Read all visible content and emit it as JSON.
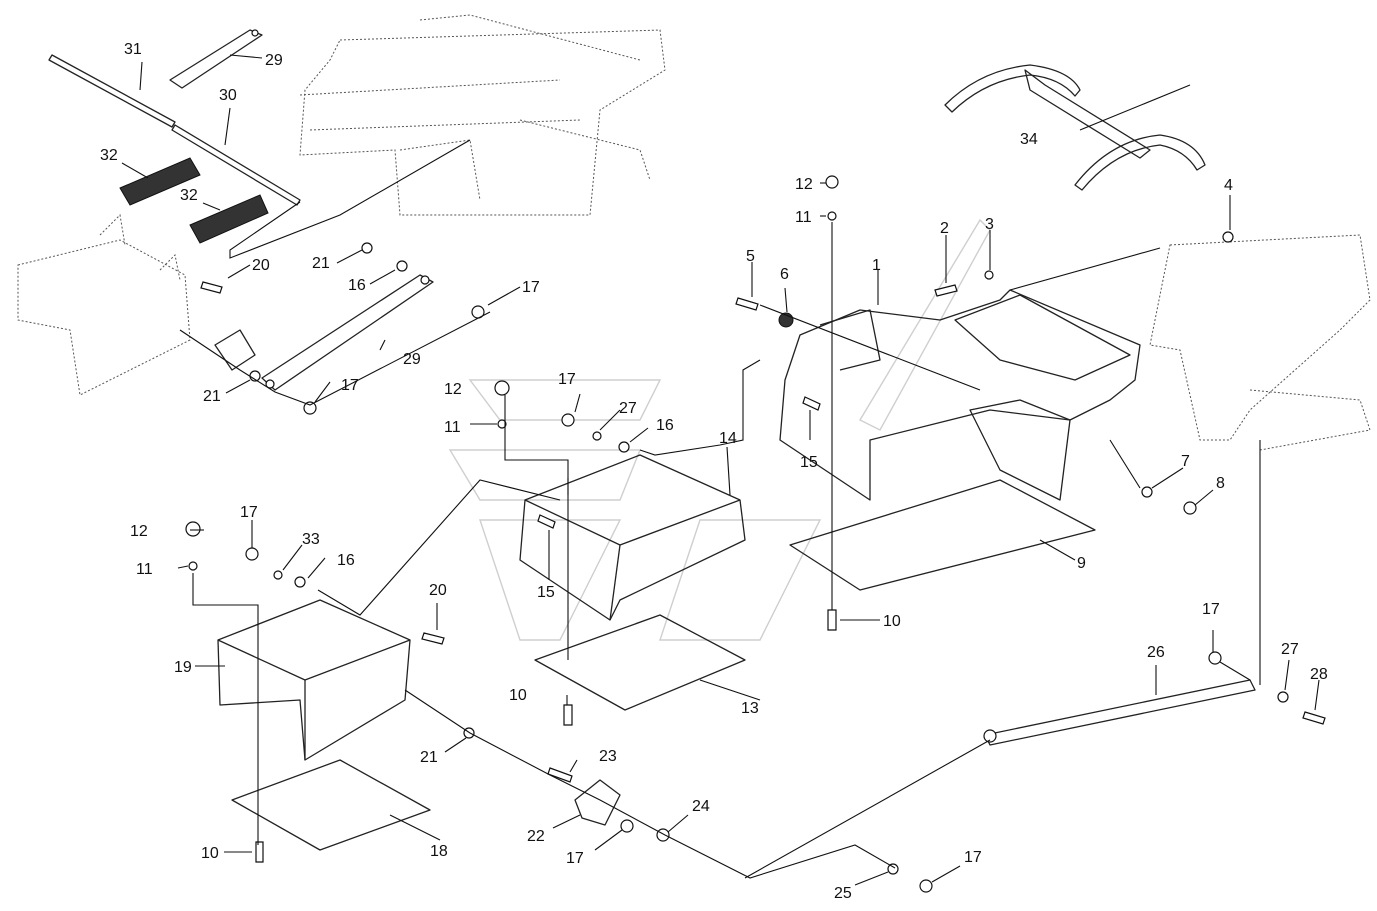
{
  "callouts": {
    "c1": "1",
    "c2": "2",
    "c3": "3",
    "c4": "4",
    "c5": "5",
    "c6": "6",
    "c7": "7",
    "c8": "8",
    "c9": "9",
    "c10a": "10",
    "c10b": "10",
    "c10c": "10",
    "c11a": "11",
    "c11b": "11",
    "c11c": "11",
    "c12a": "12",
    "c12b": "12",
    "c12c": "12",
    "c13": "13",
    "c14": "14",
    "c15a": "15",
    "c15b": "15",
    "c16a": "16",
    "c16b": "16",
    "c16c": "16",
    "c17a": "17",
    "c17b": "17",
    "c17c": "17",
    "c17d": "17",
    "c17e": "17",
    "c17f": "17",
    "c17g": "17",
    "c18": "18",
    "c19": "19",
    "c20a": "20",
    "c20b": "20",
    "c21a": "21",
    "c21b": "21",
    "c21c": "21",
    "c22": "22",
    "c23": "23",
    "c24": "24",
    "c25": "25",
    "c26": "26",
    "c27a": "27",
    "c27b": "27",
    "c28": "28",
    "c29a": "29",
    "c29b": "29",
    "c30": "30",
    "c31": "31",
    "c32a": "32",
    "c32b": "32",
    "c33": "33",
    "c34": "34"
  }
}
